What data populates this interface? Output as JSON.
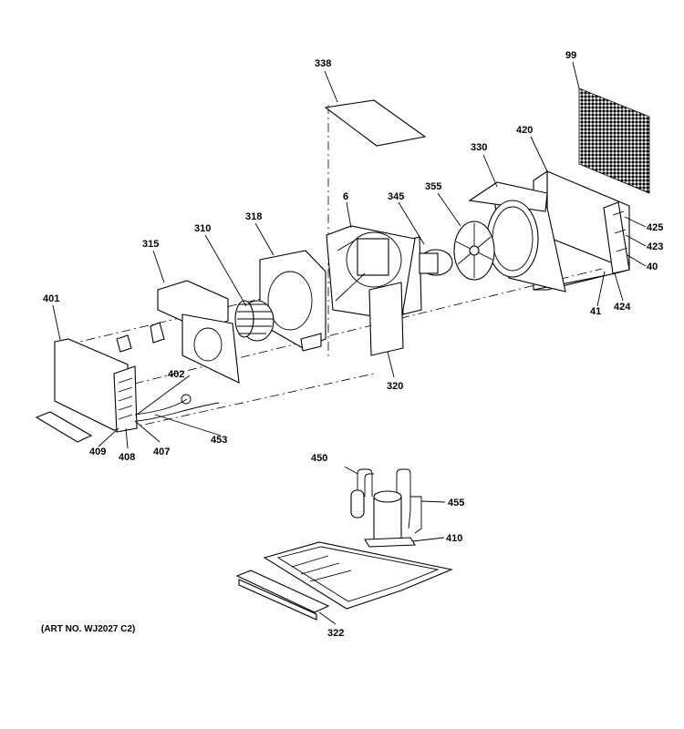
{
  "art_number": "(ART NO. WJ2027 C2)",
  "callouts": {
    "c99": "99",
    "c338": "338",
    "c420": "420",
    "c330": "330",
    "c355": "355",
    "c345": "345",
    "c6": "6",
    "c318": "318",
    "c310": "310",
    "c315": "315",
    "c401": "401",
    "c402": "402",
    "c453": "453",
    "c407": "407",
    "c408": "408",
    "c409": "409",
    "c320": "320",
    "c425": "425",
    "c423": "423",
    "c40": "40",
    "c424": "424",
    "c41": "41",
    "c450": "450",
    "c455": "455",
    "c410": "410",
    "c322": "322"
  }
}
